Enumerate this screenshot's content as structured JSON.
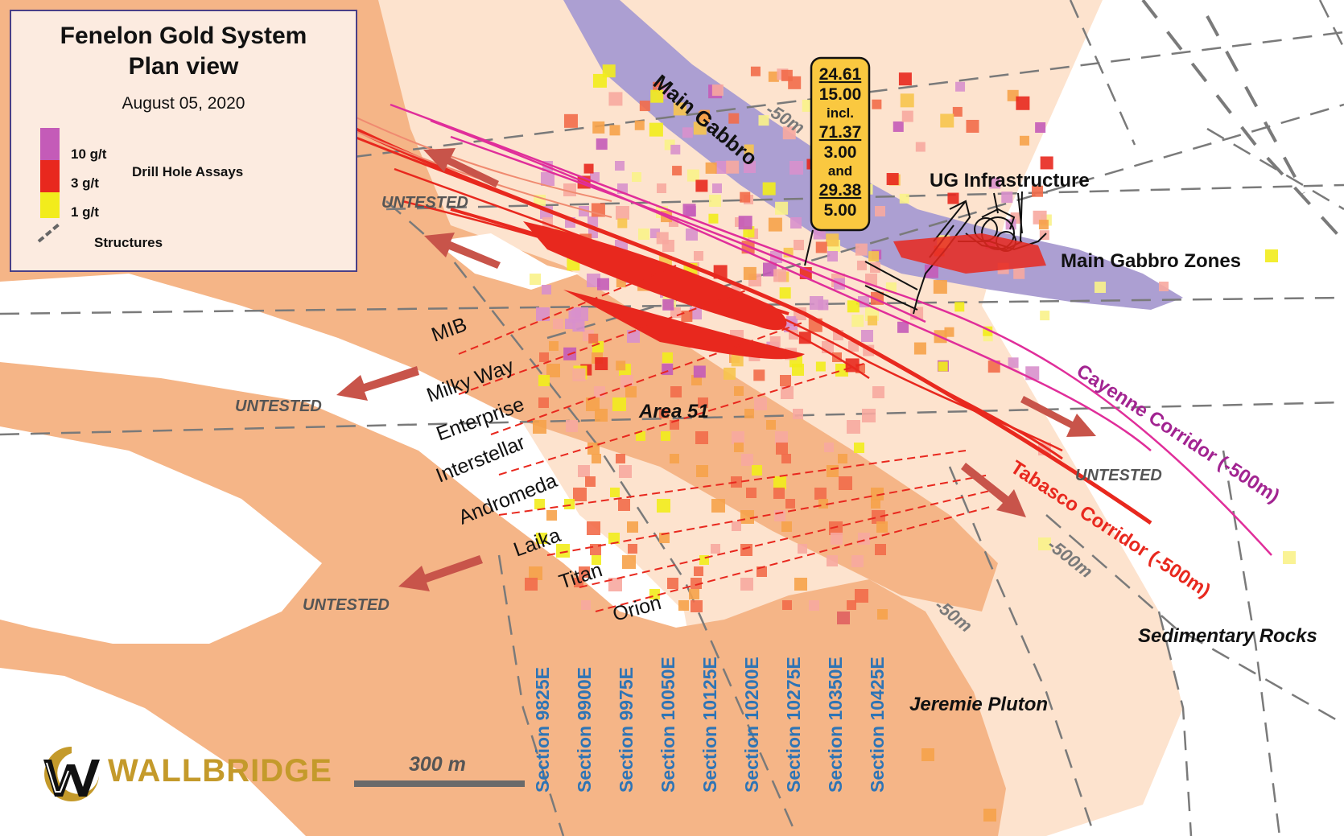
{
  "legend": {
    "title_line1": "Fenelon Gold System",
    "title_line2": "Plan view",
    "date": "August 05, 2020",
    "grade_10": "10 g/t",
    "grade_3": "3 g/t",
    "grade_1": "1 g/t",
    "assays_label": "Drill Hole Assays",
    "structures_label": "Structures"
  },
  "colors": {
    "grade_10": "#c45bb8",
    "grade_3": "#e8281e",
    "grade_1": "#f2ec1c",
    "gabbro": "#ac9fd2",
    "pluton": "#f5b587",
    "pluton_light": "#fde3ce",
    "tabasco": "#e8281e",
    "cayenne": "#e02e9a",
    "section_label": "#2e74b5"
  },
  "callout": [
    "24.61",
    "15.00",
    "incl.",
    "71.37",
    "3.00",
    "and",
    "29.38",
    "5.00"
  ],
  "labels": {
    "main_gabbro": "Main Gabbro",
    "ug_infrastructure": "UG Infrastructure",
    "main_gabbro_zones": "Main Gabbro Zones",
    "cayenne_corridor": "Cayenne Corridor (-500m)",
    "tabasco_corridor": "Tabasco Corridor (-500m)",
    "sedimentary_rocks": "Sedimentary Rocks",
    "jeremie_pluton": "Jeremie Pluton",
    "area_51": "Area 51",
    "depth_50_top": "-50m",
    "depth_500": "-500m",
    "depth_50_bottom": "-50m",
    "scale": "300 m"
  },
  "untested": [
    "UNTESTED",
    "UNTESTED",
    "UNTESTED",
    "UNTESTED"
  ],
  "zones": [
    "MIB",
    "Milky Way",
    "Enterprise",
    "Interstellar",
    "Andromeda",
    "Laika",
    "Titan",
    "Orion"
  ],
  "sections": [
    "Section 9825E",
    "Section 9900E",
    "Section 9975E",
    "Section 10050E",
    "Section 10125E",
    "Section 10200E",
    "Section 10275E",
    "Section 10350E",
    "Section 10425E"
  ],
  "logo": {
    "text": "WALLBRIDGE"
  }
}
